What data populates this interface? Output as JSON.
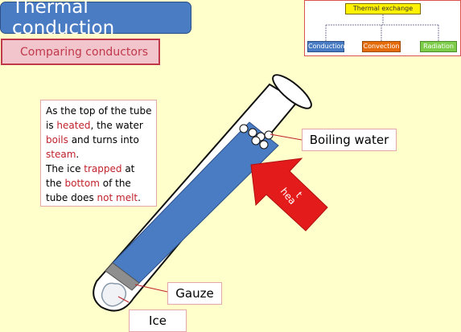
{
  "header": {
    "title": "Thermal conduction",
    "subtitle": "Comparing conductors"
  },
  "concept_map": {
    "root": "Thermal exchange",
    "children": [
      "Conduction",
      "Convection",
      "Radiation"
    ]
  },
  "explanation": {
    "segments": [
      {
        "text": "As the top of the tube is ",
        "red": false
      },
      {
        "text": "heated",
        "red": true
      },
      {
        "text": ", the water ",
        "red": false
      },
      {
        "text": "boils",
        "red": true
      },
      {
        "text": " and turns into ",
        "red": false
      },
      {
        "text": "steam",
        "red": true
      },
      {
        "text": ".",
        "red": false,
        "br": true
      },
      {
        "text": "The ice ",
        "red": false
      },
      {
        "text": "trapped",
        "red": true
      },
      {
        "text": " at the ",
        "red": false
      },
      {
        "text": "bottom",
        "red": true
      },
      {
        "text": " of the tube does ",
        "red": false
      },
      {
        "text": "not melt",
        "red": true
      },
      {
        "text": ".",
        "red": false
      }
    ]
  },
  "labels": {
    "boiling_water": "Boiling water",
    "gauze": "Gauze",
    "ice": "Ice",
    "heat_line1": "hea",
    "heat_line2": "t"
  },
  "colors": {
    "title_bg": "#4A7CC4",
    "subtitle_border": "#C0394B",
    "water": "#4A7CC4",
    "arrow": "#E31B1B",
    "highlight_text": "#C0222B",
    "background": "#FFFFCC"
  }
}
